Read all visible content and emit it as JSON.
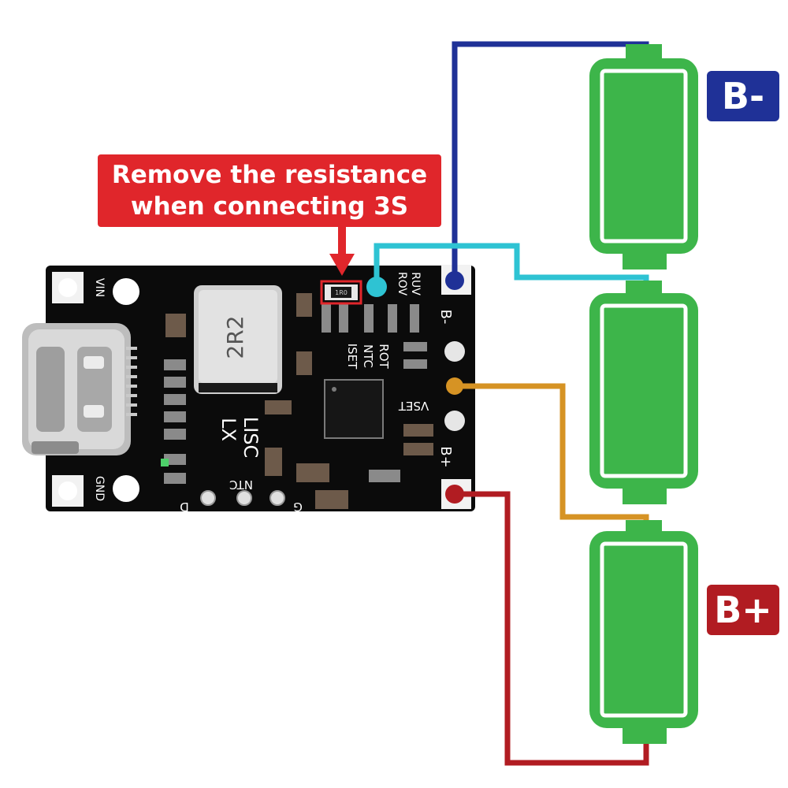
{
  "callout": {
    "line1": "Remove the resistance",
    "line2": "when connecting 3S"
  },
  "terminals": {
    "b_minus": "B-",
    "b_plus": "B+"
  },
  "board": {
    "inductor_marking": "2R2",
    "silk_vin": "VIN",
    "silk_gnd": "GND",
    "silk_lx": "LX",
    "silk_lisc": "LISC",
    "silk_ntc_bottom": "NTC",
    "silk_d": "D",
    "silk_g": "G",
    "silk_ruv": "RUV",
    "silk_rov": "ROV",
    "silk_iset": "ISET",
    "silk_ntc": "NTC",
    "silk_rot": "ROT",
    "silk_vset": "VSET",
    "silk_b_minus": "B-",
    "silk_b_plus": "B+",
    "resistor_code": "1R0"
  },
  "colors": {
    "wire_b_minus": "#1f3197",
    "wire_cell_1_2": "#2ec3d3",
    "wire_cell_2_3": "#d69324",
    "wire_b_plus": "#b11c22",
    "battery_fill": "#3db54a",
    "callout_bg": "#e0262b",
    "board": "#0b0b0b"
  }
}
